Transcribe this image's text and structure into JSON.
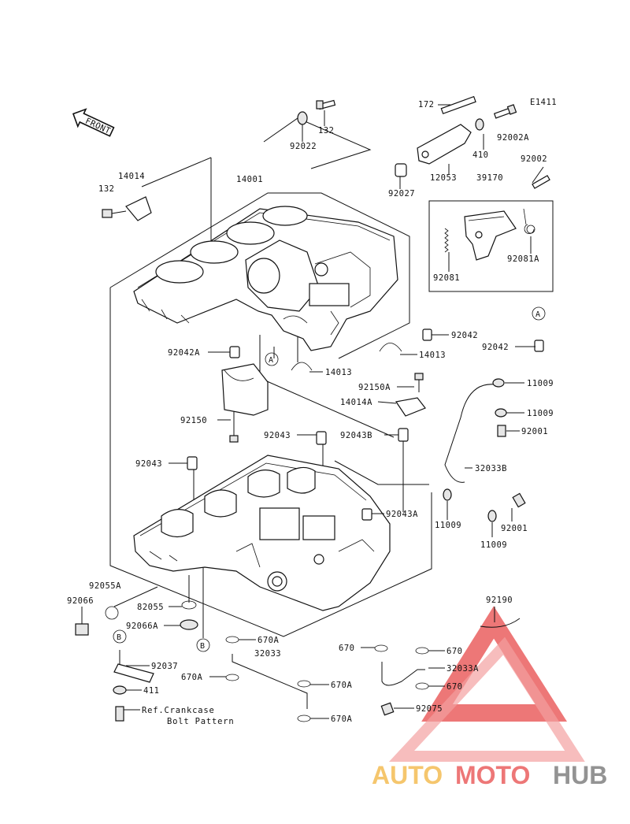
{
  "diagram_code": "E1411",
  "front_label": "FRONT",
  "parts": [
    {
      "id": "p172",
      "label": "172"
    },
    {
      "id": "p92002A",
      "label": "92002A"
    },
    {
      "id": "p410",
      "label": "410"
    },
    {
      "id": "p12053",
      "label": "12053"
    },
    {
      "id": "p92027",
      "label": "92027"
    },
    {
      "id": "p39170",
      "label": "39170"
    },
    {
      "id": "p92002",
      "label": "92002"
    },
    {
      "id": "p92081A",
      "label": "92081A"
    },
    {
      "id": "p92081",
      "label": "92081"
    },
    {
      "id": "p92022",
      "label": "92022"
    },
    {
      "id": "p132a",
      "label": "132"
    },
    {
      "id": "p14014",
      "label": "14014"
    },
    {
      "id": "p132b",
      "label": "132"
    },
    {
      "id": "p14001",
      "label": "14001"
    },
    {
      "id": "p92042",
      "label": "92042"
    },
    {
      "id": "p92042b",
      "label": "92042"
    },
    {
      "id": "p92042A",
      "label": "92042A"
    },
    {
      "id": "p14013a",
      "label": "14013"
    },
    {
      "id": "p14013b",
      "label": "14013"
    },
    {
      "id": "p92150A",
      "label": "92150A"
    },
    {
      "id": "p14014A",
      "label": "14014A"
    },
    {
      "id": "p11009a",
      "label": "11009"
    },
    {
      "id": "p11009b",
      "label": "11009"
    },
    {
      "id": "p92001a",
      "label": "92001"
    },
    {
      "id": "p92150",
      "label": "92150"
    },
    {
      "id": "p92043a",
      "label": "92043"
    },
    {
      "id": "p92043B",
      "label": "92043B"
    },
    {
      "id": "p92043b",
      "label": "92043"
    },
    {
      "id": "p32033B",
      "label": "32033B"
    },
    {
      "id": "p92043A",
      "label": "92043A"
    },
    {
      "id": "p11009c",
      "label": "11009"
    },
    {
      "id": "p92001b",
      "label": "92001"
    },
    {
      "id": "p11009d",
      "label": "11009"
    },
    {
      "id": "p92055A",
      "label": "92055A"
    },
    {
      "id": "p92066",
      "label": "92066"
    },
    {
      "id": "p82055",
      "label": "82055"
    },
    {
      "id": "p92066A",
      "label": "92066A"
    },
    {
      "id": "p92190",
      "label": "92190"
    },
    {
      "id": "p670A1",
      "label": "670A"
    },
    {
      "id": "p32033",
      "label": "32033"
    },
    {
      "id": "p670a",
      "label": "670"
    },
    {
      "id": "p670b",
      "label": "670"
    },
    {
      "id": "p92037",
      "label": "92037"
    },
    {
      "id": "p670A2",
      "label": "670A"
    },
    {
      "id": "p670A3",
      "label": "670A"
    },
    {
      "id": "p32033A",
      "label": "32033A"
    },
    {
      "id": "p411",
      "label": "411"
    },
    {
      "id": "p670c",
      "label": "670"
    },
    {
      "id": "p92075",
      "label": "92075"
    },
    {
      "id": "p670A4",
      "label": "670A"
    }
  ],
  "ref_note": {
    "line1": "Ref.Crankcase",
    "line2": "Bolt Pattern"
  },
  "callouts": {
    "A": "A",
    "B": "B"
  },
  "watermark": {
    "part1": "AUTO",
    "part2": "MOTO",
    "part3": "HUB",
    "color1": "#f2b33d",
    "color2": "#e84a4a",
    "color3": "#6f6f6f"
  }
}
